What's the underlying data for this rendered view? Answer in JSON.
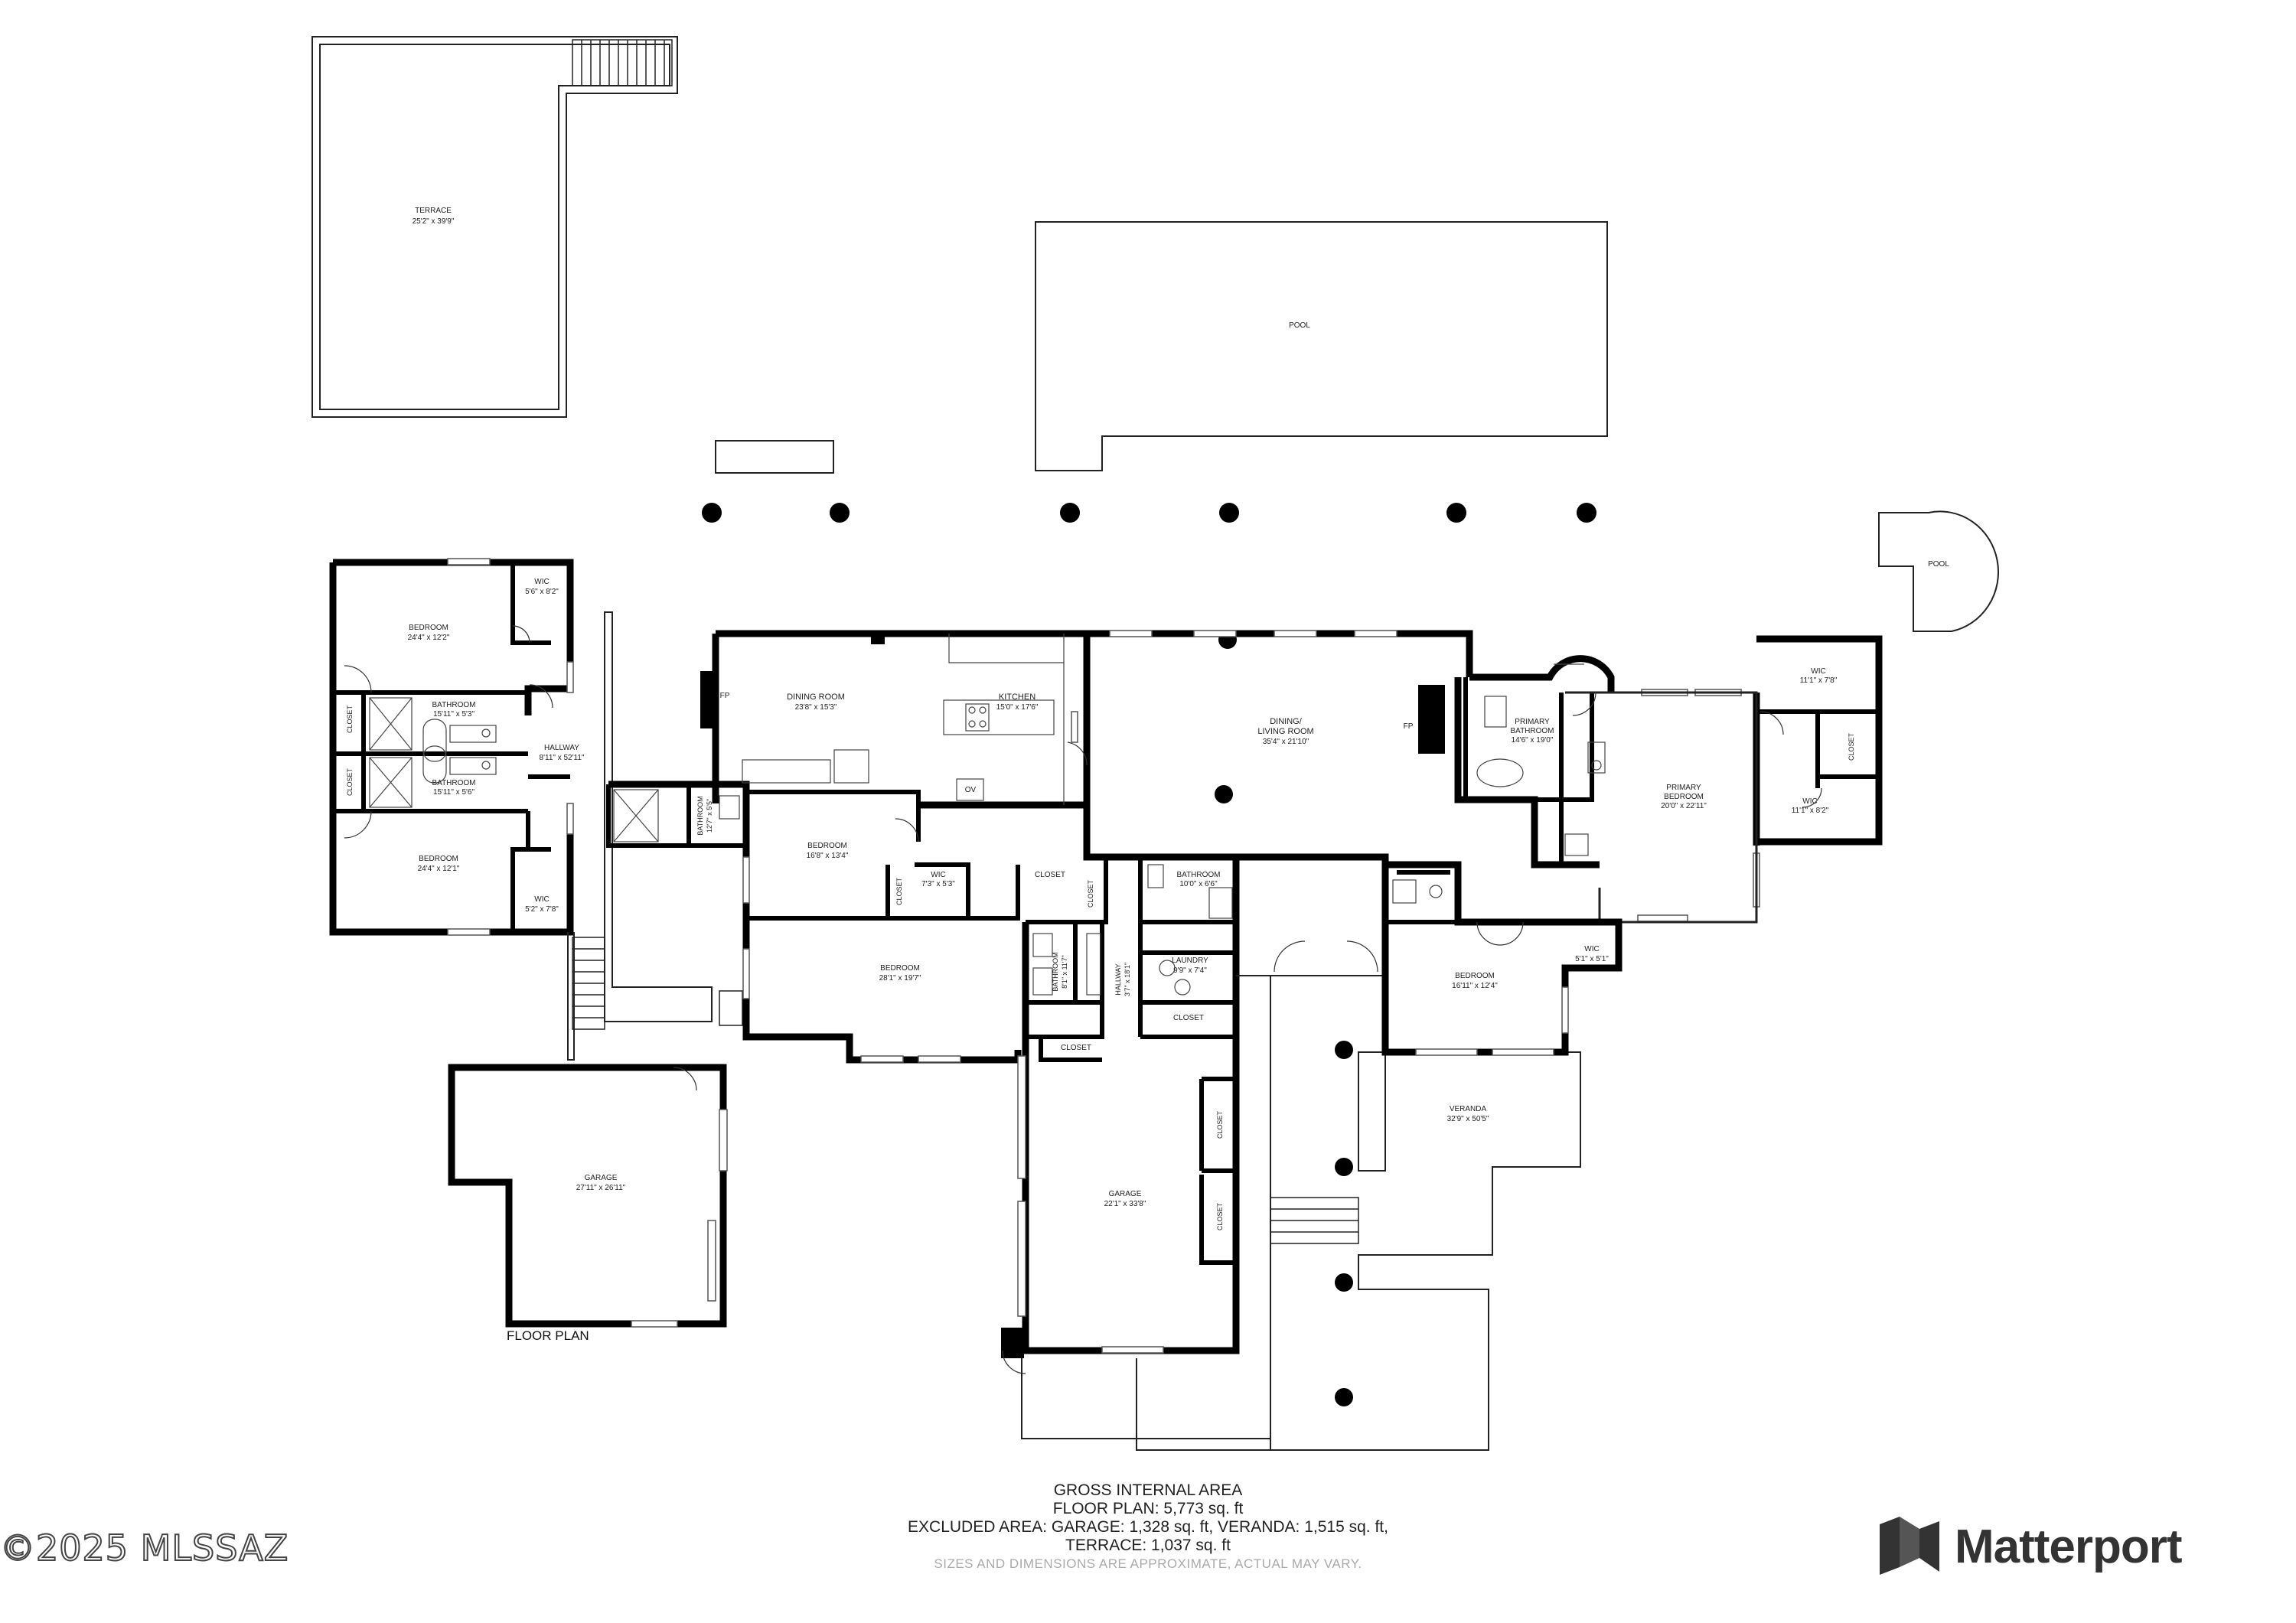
{
  "plan": {
    "caption": "FLOOR PLAN",
    "rooms": {
      "terrace": {
        "name": "TERRACE",
        "dims": "25'2\" x 39'9\""
      },
      "pool_main": {
        "name": "POOL"
      },
      "pool_spa": {
        "name": "POOL"
      },
      "bedroom_nw": {
        "name": "BEDROOM",
        "dims": "24'4\" x 12'2\""
      },
      "wic_nw": {
        "name": "WIC",
        "dims": "5'6\" x 8'2\""
      },
      "closet_w1": {
        "name": "CLOSET"
      },
      "bath_w1": {
        "name": "BATHROOM",
        "dims": "15'11\" x 5'3\""
      },
      "closet_w2": {
        "name": "CLOSET"
      },
      "bath_w2": {
        "name": "BATHROOM",
        "dims": "15'11\" x 5'6\""
      },
      "hallway_w": {
        "name": "HALLWAY",
        "dims": "8'11\" x 52'11\""
      },
      "bedroom_sw": {
        "name": "BEDROOM",
        "dims": "24'4\" x 12'1\""
      },
      "wic_sw": {
        "name": "WIC",
        "dims": "5'2\" x 7'8\""
      },
      "dining_room": {
        "name": "DINING ROOM",
        "dims": "23'8\" x 15'3\""
      },
      "kitchen": {
        "name": "KITCHEN",
        "dims": "15'0\" x 17'6\""
      },
      "fp_dining": {
        "name": "FP"
      },
      "oven": {
        "name": "OV"
      },
      "bath_small": {
        "name": "BATHROOM",
        "dims": "12'7\" x 5'5\""
      },
      "bedroom_c1": {
        "name": "BEDROOM",
        "dims": "16'8\" x 13'4\""
      },
      "closet_c1": {
        "name": "CLOSET"
      },
      "wic_c1": {
        "name": "WIC",
        "dims": "7'3\" x 5'3\""
      },
      "bedroom_c2": {
        "name": "BEDROOM",
        "dims": "28'1\" x 19'7\""
      },
      "dining_living": {
        "name": "DINING/\nLIVING ROOM",
        "line1": "DINING/",
        "line2": "LIVING ROOM",
        "dims": "35'4\" x 21'10\""
      },
      "fp_living": {
        "name": "FP"
      },
      "closet_m1": {
        "name": "CLOSET"
      },
      "closet_m2": {
        "name": "CLOSET"
      },
      "bath_m1": {
        "name": "BATHROOM",
        "dims": "10'0\" x 6'6\""
      },
      "bath_m2": {
        "name": "BATHROOM",
        "dims": "8'1\" x 11'7\""
      },
      "hallway_m": {
        "name": "HALLWAY",
        "dims": "3'7\" x 18'1\""
      },
      "laundry": {
        "name": "LAUNDRY",
        "dims": "9'9\" x 7'4\""
      },
      "closet_m3": {
        "name": "CLOSET"
      },
      "closet_m4": {
        "name": "CLOSET"
      },
      "closet_g1": {
        "name": "CLOSET"
      },
      "closet_g2": {
        "name": "CLOSET"
      },
      "garage_main": {
        "name": "GARAGE",
        "dims": "22'1\" x 33'8\""
      },
      "garage_detached": {
        "name": "GARAGE",
        "dims": "27'11\" x 26'11\""
      },
      "primary_bath": {
        "line1": "PRIMARY",
        "line2": "BATHROOM",
        "dims": "14'6\" x 19'0\""
      },
      "primary_bed": {
        "line1": "PRIMARY",
        "line2": "BEDROOM",
        "dims": "20'0\" x 22'11\""
      },
      "wic_e1": {
        "name": "WIC",
        "dims": "11'1\" x 7'8\""
      },
      "closet_e1": {
        "name": "CLOSET"
      },
      "wic_e2": {
        "name": "WIC",
        "dims": "11'1\" x 8'2\""
      },
      "bedroom_e": {
        "name": "BEDROOM",
        "dims": "16'11\" x 12'4\""
      },
      "wic_e3": {
        "name": "WIC",
        "dims": "5'1\" x 5'1\""
      },
      "veranda": {
        "name": "VERANDA",
        "dims": "32'9\" x 50'5\""
      }
    }
  },
  "area": {
    "title": "GROSS INTERNAL AREA",
    "floor_plan": "FLOOR PLAN: 5,773 sq. ft",
    "excluded": "EXCLUDED AREA: GARAGE: 1,328 sq. ft, VERANDA: 1,515 sq. ft,",
    "terrace": "TERRACE: 1,037 sq. ft",
    "disclaimer": "SIZES AND DIMENSIONS ARE APPROXIMATE, ACTUAL MAY VARY."
  },
  "watermark": "©2025 MLSSAZ",
  "brand": {
    "name": "Matterport",
    "icon": "matterport-logo-icon"
  }
}
